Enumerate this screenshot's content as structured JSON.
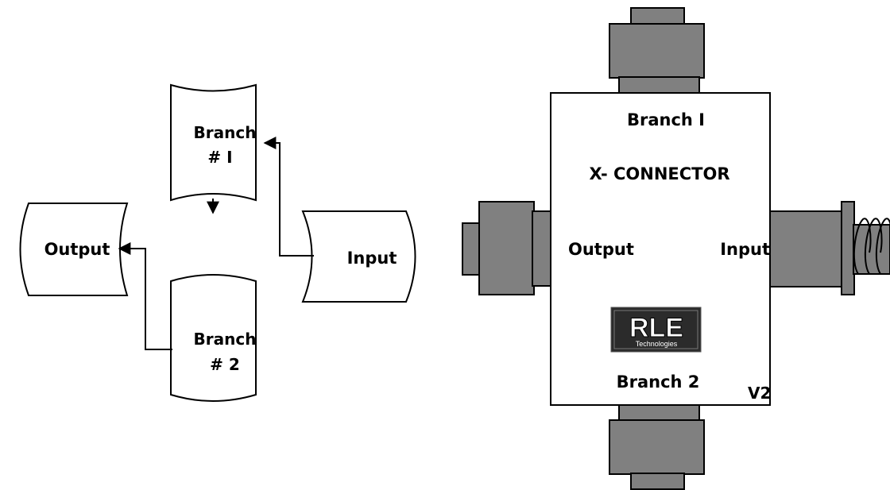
{
  "flowchart": {
    "branch1_line1": "Branch",
    "branch1_line2": "# I",
    "branch2_line1": "Branch",
    "branch2_line2": "# 2",
    "output": "Output",
    "input": "Input"
  },
  "device": {
    "branch1": "Branch I",
    "title": "X- CONNECTOR",
    "output": "Output",
    "input": "Input",
    "branch2": "Branch 2",
    "version": "V2",
    "logo_text": "RLE",
    "logo_subtext": "Technologies"
  },
  "colors": {
    "connector_gray": "#808080",
    "logo_bg": "#2b2b2b"
  }
}
